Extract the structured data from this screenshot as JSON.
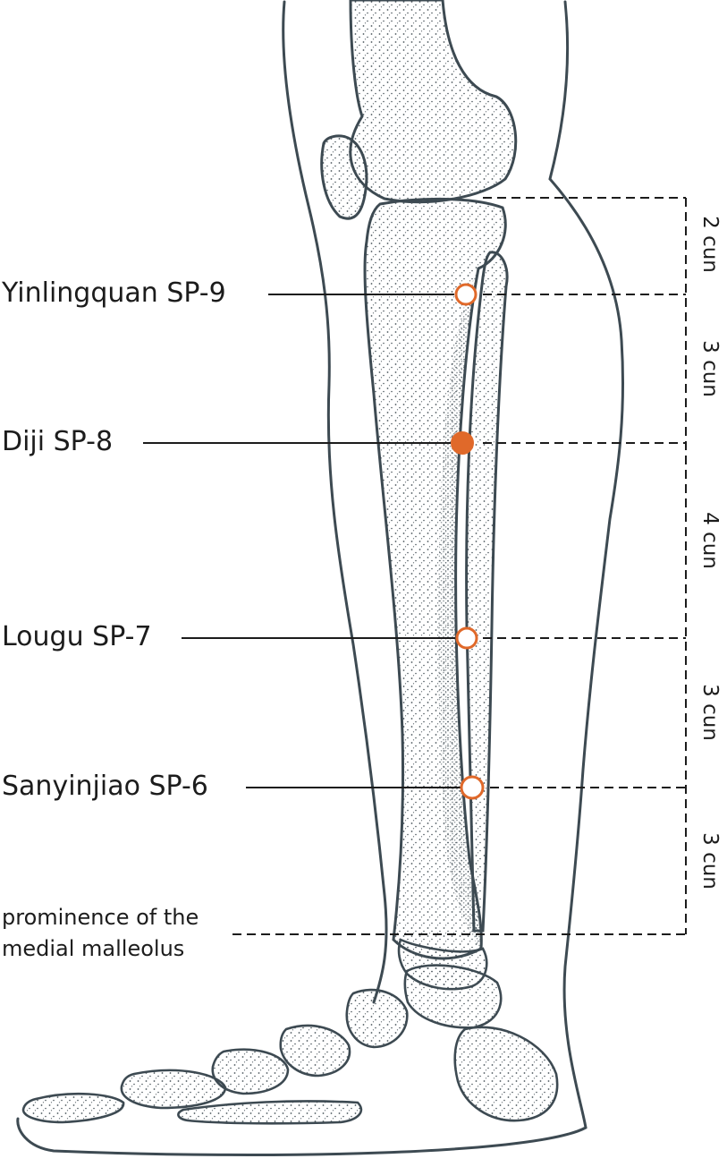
{
  "colors": {
    "outline": "#3d4a52",
    "stipple": "#4a555c",
    "point": "#e0692a",
    "text": "#1c1c1c"
  },
  "points": [
    {
      "id": "SP-9",
      "label": "Yinlingquan SP-9",
      "style": "hollow"
    },
    {
      "id": "SP-8",
      "label": "Diji SP-8",
      "style": "filled"
    },
    {
      "id": "SP-7",
      "label": "Lougu SP-7",
      "style": "hollow"
    },
    {
      "id": "SP-6",
      "label": "Sanyinjiao SP-6",
      "style": "hollow"
    }
  ],
  "landmark": {
    "line1": "prominence of the",
    "line2": "medial malleolus"
  },
  "measurements": [
    {
      "label": "2 cun"
    },
    {
      "label": "3 cun"
    },
    {
      "label": "4 cun"
    },
    {
      "label": "3 cun"
    },
    {
      "label": "3 cun"
    }
  ]
}
